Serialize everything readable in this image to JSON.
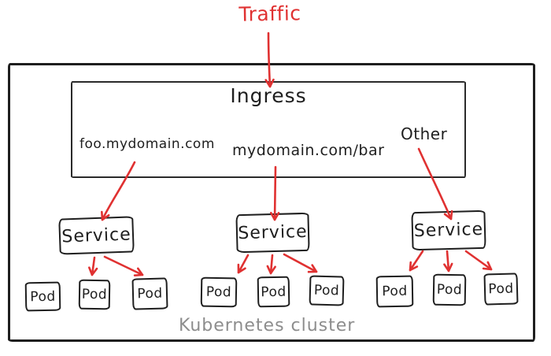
{
  "page": {
    "traffic_label": "Traffic",
    "cluster_label": "Kubernetes cluster",
    "ingress": {
      "title": "Ingress",
      "rules": [
        {
          "label": "foo.mydomain.com"
        },
        {
          "label": "mydomain.com/bar"
        },
        {
          "label": "Other"
        }
      ]
    },
    "services": [
      {
        "label": "Service"
      },
      {
        "label": "Service"
      },
      {
        "label": "Service"
      }
    ],
    "pods": [
      {
        "label": "Pod"
      },
      {
        "label": "Pod"
      },
      {
        "label": "Pod"
      },
      {
        "label": "Pod"
      },
      {
        "label": "Pod"
      },
      {
        "label": "Pod"
      },
      {
        "label": "Pod"
      },
      {
        "label": "Pod"
      },
      {
        "label": "Pod"
      }
    ],
    "colors": {
      "accent_red": "#e03131",
      "ink": "#1e1e1e",
      "muted_gray": "#8d8d8d"
    }
  }
}
